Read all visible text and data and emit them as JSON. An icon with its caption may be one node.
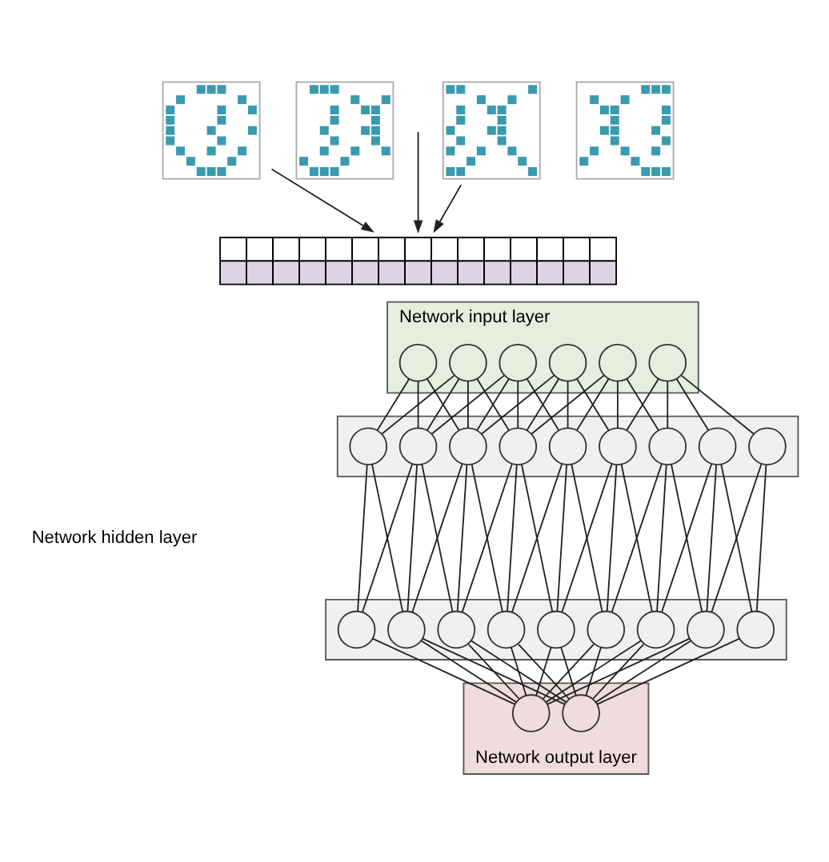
{
  "diagram": {
    "nodes": [
      {
        "text": [],
        "shape": "picture"
      },
      {
        "text": [],
        "shape": "picture"
      },
      {
        "text": [],
        "shape": "picture"
      },
      {
        "text": [],
        "shape": "picture"
      },
      {
        "text": [],
        "shape": "bar"
      },
      {
        "text": [
          "Network input layer"
        ]
      },
      {
        "text": [],
        "shape": "circle",
        "in": 5
      },
      {
        "text": [],
        "shape": "circle",
        "in": 5
      },
      {
        "text": [],
        "shape": "circle",
        "in": 5
      },
      {
        "text": [],
        "shape": "circle",
        "in": 5
      },
      {
        "text": [],
        "shape": "circle",
        "in": 5
      },
      {
        "text": [],
        "shape": "circle",
        "in": 5
      },
      {
        "text": [],
        "shape": "box"
      },
      {
        "text": [],
        "shape": "circle",
        "in": 12
      },
      {
        "text": [],
        "shape": "circle",
        "in": 12
      },
      {
        "text": [],
        "shape": "circle",
        "in": 12
      },
      {
        "text": [],
        "shape": "circle",
        "in": 12
      },
      {
        "text": [],
        "shape": "circle",
        "in": 12
      },
      {
        "text": [],
        "shape": "circle",
        "in": 12
      },
      {
        "text": [],
        "shape": "circle",
        "in": 12
      },
      {
        "text": [],
        "shape": "circle",
        "in": 12
      },
      {
        "text": [],
        "shape": "circle",
        "in": 12
      },
      {
        "text": [],
        "shape": "box"
      },
      {
        "text": [],
        "shape": "circle",
        "in": 22
      },
      {
        "text": [],
        "shape": "circle",
        "in": 22
      },
      {
        "text": [],
        "shape": "circle",
        "in": 22
      },
      {
        "text": [],
        "shape": "circle",
        "in": 22
      },
      {
        "text": [],
        "shape": "circle",
        "in": 22
      },
      {
        "text": [],
        "shape": "circle",
        "in": 22
      },
      {
        "text": [],
        "shape": "circle",
        "in": 22
      },
      {
        "text": [],
        "shape": "circle",
        "in": 22
      },
      {
        "text": [],
        "shape": "circle",
        "in": 22
      },
      {
        "text": [
          "Network output layer"
        ]
      },
      {
        "text": [],
        "shape": "circle",
        "in": 32
      },
      {
        "text": [],
        "shape": "circle",
        "in": 32
      }
    ],
    "edges": [
      {
        "from": 0,
        "to": 4,
        "arrow": "to"
      },
      {
        "from": null,
        "to": 4,
        "arrow": "to"
      },
      {
        "from": 2,
        "to": 4,
        "arrow": "to"
      },
      {
        "from": 6,
        "to": 13,
        "arrow": "none"
      },
      {
        "from": 6,
        "to": 14,
        "arrow": "none"
      },
      {
        "from": 6,
        "to": 15,
        "arrow": "none"
      },
      {
        "from": 7,
        "to": 13,
        "arrow": "none"
      },
      {
        "from": 7,
        "to": 14,
        "arrow": "none"
      },
      {
        "from": 7,
        "to": 15,
        "arrow": "none"
      },
      {
        "from": 7,
        "to": 16,
        "arrow": "none"
      },
      {
        "from": 8,
        "to": 14,
        "arrow": "none"
      },
      {
        "from": 8,
        "to": 15,
        "arrow": "none"
      },
      {
        "from": 8,
        "to": 16,
        "arrow": "none"
      },
      {
        "from": 8,
        "to": 17,
        "arrow": "none"
      },
      {
        "from": 9,
        "to": 15,
        "arrow": "none"
      },
      {
        "from": 9,
        "to": 16,
        "arrow": "none"
      },
      {
        "from": 9,
        "to": 17,
        "arrow": "none"
      },
      {
        "from": 9,
        "to": 18,
        "arrow": "none"
      },
      {
        "from": 10,
        "to": 16,
        "arrow": "none"
      },
      {
        "from": 10,
        "to": 17,
        "arrow": "none"
      },
      {
        "from": 10,
        "to": 18,
        "arrow": "none"
      },
      {
        "from": 10,
        "to": 19,
        "arrow": "none"
      },
      {
        "from": 11,
        "to": 18,
        "arrow": "none"
      },
      {
        "from": 11,
        "to": 19,
        "arrow": "none"
      },
      {
        "from": 11,
        "to": 20,
        "arrow": "none"
      },
      {
        "from": 11,
        "to": 21,
        "arrow": "none"
      },
      {
        "from": 13,
        "to": 23,
        "arrow": "none"
      },
      {
        "from": 13,
        "to": 24,
        "arrow": "none"
      },
      {
        "from": 14,
        "to": 23,
        "arrow": "none"
      },
      {
        "from": 14,
        "to": 24,
        "arrow": "none"
      },
      {
        "from": 14,
        "to": 25,
        "arrow": "none"
      },
      {
        "from": 15,
        "to": 24,
        "arrow": "none"
      },
      {
        "from": 15,
        "to": 25,
        "arrow": "none"
      },
      {
        "from": 15,
        "to": 26,
        "arrow": "none"
      },
      {
        "from": 16,
        "to": 25,
        "arrow": "none"
      },
      {
        "from": 16,
        "to": 26,
        "arrow": "none"
      },
      {
        "from": 16,
        "to": 27,
        "arrow": "none"
      },
      {
        "from": 17,
        "to": 26,
        "arrow": "none"
      },
      {
        "from": 17,
        "to": 27,
        "arrow": "none"
      },
      {
        "from": 17,
        "to": 28,
        "arrow": "none"
      },
      {
        "from": 18,
        "to": 27,
        "arrow": "none"
      },
      {
        "from": 18,
        "to": 28,
        "arrow": "none"
      },
      {
        "from": 18,
        "to": 29,
        "arrow": "none"
      },
      {
        "from": 19,
        "to": 28,
        "arrow": "none"
      },
      {
        "from": 19,
        "to": 29,
        "arrow": "none"
      },
      {
        "from": 19,
        "to": 30,
        "arrow": "none"
      },
      {
        "from": 20,
        "to": 29,
        "arrow": "none"
      },
      {
        "from": 20,
        "to": 30,
        "arrow": "none"
      },
      {
        "from": 20,
        "to": 31,
        "arrow": "none"
      },
      {
        "from": 21,
        "to": 30,
        "arrow": "none"
      },
      {
        "from": 21,
        "to": 31,
        "arrow": "none"
      },
      {
        "from": 23,
        "to": 33,
        "arrow": "none"
      },
      {
        "from": 24,
        "to": 33,
        "arrow": "none"
      },
      {
        "from": 24,
        "to": 34,
        "arrow": "none"
      },
      {
        "from": 25,
        "to": 33,
        "arrow": "none"
      },
      {
        "from": 25,
        "to": 34,
        "arrow": "none"
      },
      {
        "from": 26,
        "to": 33,
        "arrow": "none"
      },
      {
        "from": 26,
        "to": 34,
        "arrow": "none"
      },
      {
        "from": 27,
        "to": 33,
        "arrow": "none"
      },
      {
        "from": 27,
        "to": 34,
        "arrow": "none"
      },
      {
        "from": 28,
        "to": 33,
        "arrow": "none"
      },
      {
        "from": 28,
        "to": 34,
        "arrow": "none"
      },
      {
        "from": 29,
        "to": 33,
        "arrow": "none"
      },
      {
        "from": 29,
        "to": 34,
        "arrow": "none"
      },
      {
        "from": 30,
        "to": 33,
        "arrow": "none"
      },
      {
        "from": 30,
        "to": 34,
        "arrow": "none"
      },
      {
        "from": 31,
        "to": 34,
        "arrow": "none"
      }
    ],
    "labels": [
      "Network hidden layer"
    ]
  }
}
